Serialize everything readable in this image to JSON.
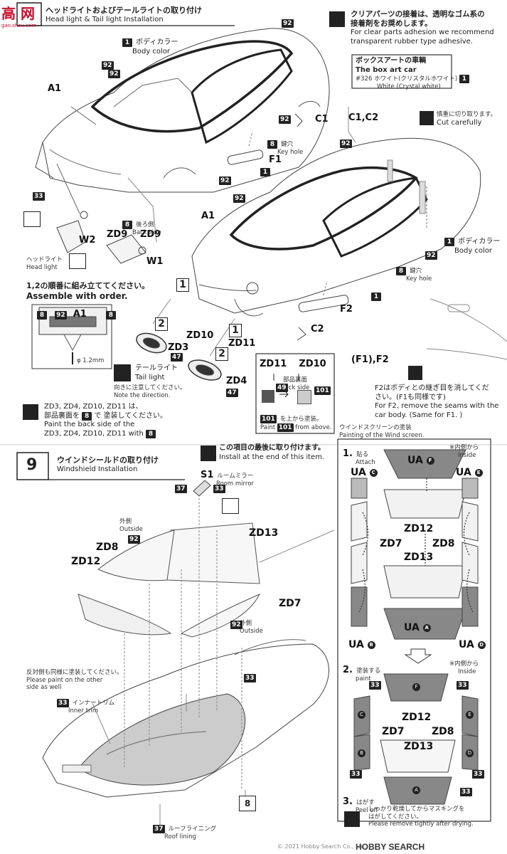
{
  "watermark_top": {
    "logo": "高  网",
    "url": "gao.shou.com"
  },
  "watermark_bottom": {
    "logo": "HOBBY SEARCH",
    "copyright": "© 2021 Hobby Search Co., Ltd."
  },
  "section8": {
    "title_jp": "ヘッドライトおよびテールライトの取り付け",
    "title_en": "Head light & Tail light Installation"
  },
  "clear_parts_note": {
    "jp1": "クリアパーツの接着は、透明なゴム系の",
    "jp2": "接着剤をお奨めします。",
    "en1": "For clear parts adhesion we recommend",
    "en2": "transparent rubber type adhesive."
  },
  "box_art": {
    "jp": "ボックスアートの車輌",
    "en": "The box art car",
    "color_code": "#326",
    "color_jp": "ホワイト(クリスタルホワイト)",
    "color_en": "White (Crystal white)",
    "badge": "1"
  },
  "body_color_upper": {
    "badge": "1",
    "jp": "ボディカラー",
    "en": "Body color"
  },
  "body_color_right": {
    "badge": "1",
    "jp": "ボディカラー",
    "en": "Body color"
  },
  "cut_carefully": {
    "jp": "慎重に切り取ります。",
    "en": "Cut carefully"
  },
  "key_hole_upper": {
    "badge": "8",
    "jp": "鍵穴",
    "en": "Key hole"
  },
  "key_hole_right": {
    "badge": "8",
    "jp": "鍵穴",
    "en": "Key hole"
  },
  "back_side": {
    "badge": "8",
    "jp": "後ろ側",
    "en": "Back side"
  },
  "head_light": {
    "jp": "ヘッドライト",
    "en": "Head light"
  },
  "tail_light": {
    "jp": "テールライト",
    "en": "Tail light"
  },
  "direction_note": {
    "jp": "向きに注意してください。",
    "en": "Note the direction."
  },
  "assemble_order": {
    "jp": "1,2の順番に組み立ててください。",
    "en": "Assemble with order."
  },
  "labels": {
    "a1_upper": "A1",
    "a1_lower": "A1",
    "c1": "C1",
    "c1c2": "C1,C2",
    "f1": "F1",
    "f2": "F2",
    "c2": "C2",
    "w1": "W1",
    "w2": "W2",
    "zd9a": "ZD9",
    "zd9b": "ZD9",
    "zd10": "ZD10",
    "zd3": "ZD3",
    "zd11": "ZD11",
    "zd4": "ZD4",
    "a1_detail": "A1",
    "phi": "φ 1.2mm",
    "f1f2": "(F1),F2",
    "box_zd11": "ZD11",
    "box_zd10": "ZD10",
    "box_back_jp": "部品裏面",
    "box_back_en": "Back side",
    "num1": "1",
    "num2": "2",
    "num1b": "1",
    "num2b": "2"
  },
  "badges": {
    "b92_a": "92",
    "b92_b": "92",
    "b92_c": "92",
    "b92_d": "92",
    "b92_e": "92",
    "b92_f": "92",
    "b92_g": "92",
    "b33": "33",
    "b8_a": "8",
    "b8_b": "8",
    "b92_det": "92",
    "b47_a": "47",
    "b47_b": "47",
    "b49": "49",
    "b101": "101",
    "b1_f1": "1",
    "b1_f2": "1",
    "b8_f2": "8"
  },
  "paint_from_above": {
    "badge": "101",
    "jp": "を上から塗装。",
    "en_pre": "Paint",
    "en_post": "from above."
  },
  "seam_note": {
    "jp1": "F2はボディとの継ぎ目を消してくだ",
    "jp2": "さい。(F1も同様です)",
    "en1": "For F2, remove the seams with the",
    "en2": "car body. (Same for F1. )"
  },
  "paint_back_note": {
    "jp1": "ZD3, ZD4, ZD10, ZD11 は、",
    "jp2_pre": "部品裏面を",
    "jp2_badge": "8",
    "jp2_post": "で 塗装してください。",
    "en1": "Paint the back side of the",
    "en2_pre": "ZD3, ZD4, ZD10, ZD11 with",
    "en2_badge": "8"
  },
  "section9": {
    "number": "9",
    "title_jp": "ウインドシールドの取り付け",
    "title_en": "Windshield Installation"
  },
  "install_last": {
    "jp": "この項目の最後に取り付けます。",
    "en": "Install at the end of this item."
  },
  "room_mirror": {
    "part": "S1",
    "jp": "ルームミラー",
    "en": "Room mirror",
    "b37": "37",
    "b33": "33"
  },
  "section9_labels": {
    "zd13": "ZD13",
    "zd8": "ZD8",
    "zd12": "ZD12",
    "zd7": "ZD7",
    "outside1_jp": "外側",
    "outside1_en": "Outside",
    "b92_out1": "92",
    "outside2_jp": "外側",
    "outside2_en": "Outside",
    "b92_out2": "92",
    "b33_a": "33",
    "b33_b": "33",
    "b37": "37",
    "b8": "8"
  },
  "other_side": {
    "jp": "反対側も同様に塗装してください。",
    "en1": "Please paint on the other",
    "en2": "side as well"
  },
  "inner_trim": {
    "jp": "インナートリム",
    "en": "Inner trim"
  },
  "roof_lining": {
    "jp": "ルーフライニング",
    "en": "Roof lining"
  },
  "wind_paint": {
    "title_jp": "ウインドスクリーンの塗装",
    "title_en": "Painting of the Wind screen.",
    "step1_jp": "貼る",
    "step1_en": "Attach",
    "inside1_jp": "※内側から",
    "inside1_en": "Inside",
    "ua_f": "UA",
    "ua_c": "UA",
    "ua_e": "UA",
    "ua_a": "UA",
    "ua_b": "UA",
    "ua_d": "UA",
    "circ_f": "F",
    "circ_c": "C",
    "circ_e": "E",
    "circ_a": "A",
    "circ_b": "B",
    "circ_d": "D",
    "zd12": "ZD12",
    "zd7": "ZD7",
    "zd8": "ZD8",
    "zd13": "ZD13",
    "step2_jp": "塗装する",
    "step2_en": "paint",
    "inside2_jp": "※内側から",
    "inside2_en": "Inside",
    "p_zd12": "ZD12",
    "p_zd7": "ZD7",
    "p_zd8": "ZD8",
    "p_zd13": "ZD13",
    "p_f": "F",
    "p_c": "C",
    "p_e": "E",
    "p_b": "B",
    "p_d": "D",
    "p_a": "A",
    "b33_1": "33",
    "b33_2": "33",
    "b33_3": "33",
    "b33_4": "33",
    "b33_5": "33",
    "step3_jp": "はがす",
    "step3_en": "Peel off",
    "dry_jp": "しっかり乾燥してからマスキングを",
    "dry_jp2": "はがしてください。",
    "dry_en": "Please remove tightly after drying.",
    "n1": "1.",
    "n2": "2.",
    "n3": "3."
  }
}
